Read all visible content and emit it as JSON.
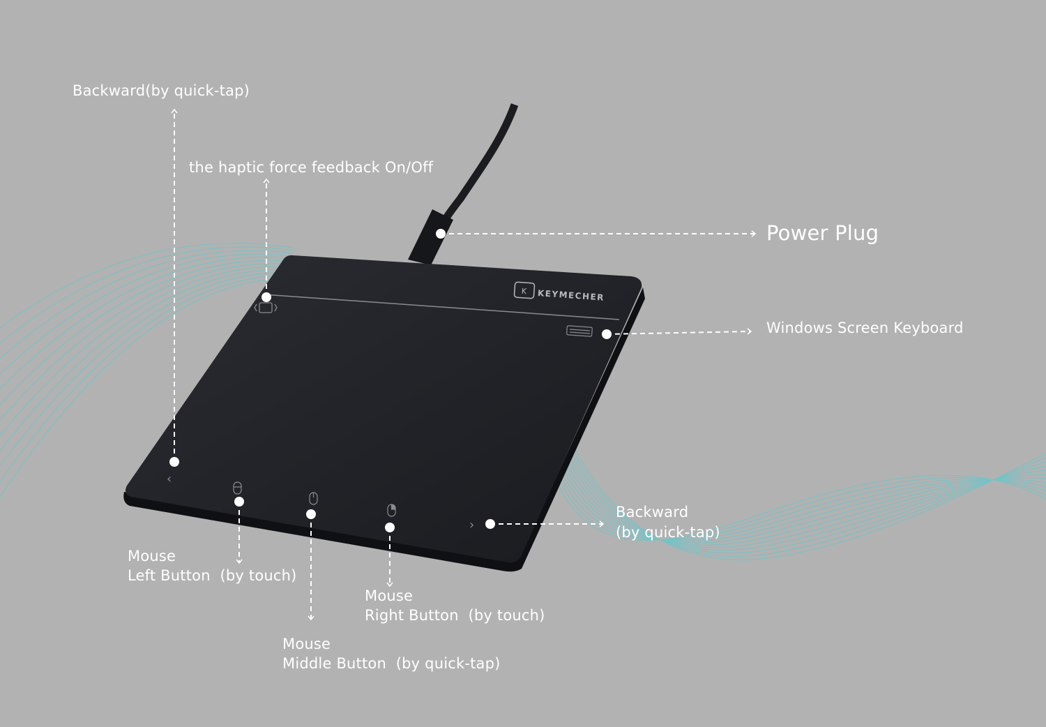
{
  "brand": "KEYMECHER",
  "labels": {
    "backward_top": "Backward(by quick-tap)",
    "haptic": "the haptic force feedback On/Off",
    "power_plug": "Power Plug",
    "screen_keyboard": "Windows Screen Keyboard",
    "backward_right_line1": "Backward",
    "backward_right_line2": "(by quick-tap)",
    "left_line1": "Mouse",
    "left_line2": "Left Button  (by touch)",
    "right_line1": "Mouse",
    "right_line2": "Right Button  (by touch)",
    "middle_line1": "Mouse",
    "middle_line2": "Middle Button  (by quick-tap)"
  },
  "colors": {
    "background": "#b2b2b2",
    "pad": "#1f2126",
    "wave": "#5fc9cf",
    "callout": "#ffffff"
  }
}
